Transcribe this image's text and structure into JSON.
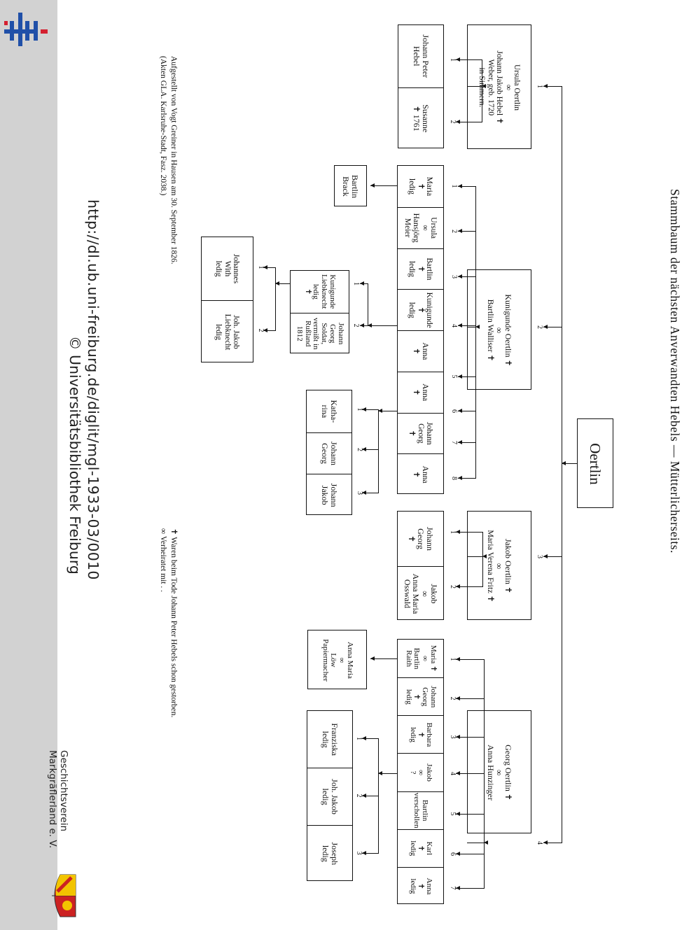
{
  "document": {
    "title": "Stammbaum der nächsten Anverwandten Hebels — Mütterlicherseits.",
    "root": "Oertlin",
    "generation1": [
      {
        "number": "1",
        "text": "Ursula Oertlin\n∞\nJohann Jakob Hebel ✝\nWeber, geb. 1720\nin Simmern."
      },
      {
        "number": "2",
        "text": "Kunigunde Oertlin ✝\n∞\nBartlin Walliser ✝"
      },
      {
        "number": "3",
        "text": "Jakob Oertlin ✝\n∞\nMaria Verena Fritz ✝"
      },
      {
        "number": "4",
        "text": "Georg Oertlin ✝\n∞\nAnna Hunzinger"
      }
    ],
    "hebel_children": [
      {
        "number": "1",
        "text": "Johann Peter\nHebel"
      },
      {
        "number": "2",
        "text": "Susanne\n✝ 1761"
      }
    ],
    "walliser_children": [
      {
        "number": "1",
        "text": "Maria\n✝\nledig"
      },
      {
        "number": "2",
        "text": "Ursula\n∞\nHansjörg\nMeier"
      },
      {
        "number": "3",
        "text": "Bartlin\n✝\nledig"
      },
      {
        "number": "4",
        "text": "Kunigunde\n✝\nledig"
      },
      {
        "number": "5",
        "text": "Anna\n✝"
      },
      {
        "number": "6",
        "text": "Anna\n✝"
      },
      {
        "number": "7",
        "text": "Johann\nGeorg\n✝"
      },
      {
        "number": "8",
        "text": "Anna\n✝"
      }
    ],
    "maria_descendant": "Bartlin\nBrack",
    "kunigunde_children": [
      {
        "number": "1",
        "text": "Kunigunde\nLiebknecht\nledig\n✝"
      },
      {
        "number": "2",
        "text": "Johann\nGeorg\nSoldat,\nvermißt in\nRußland\n1812"
      }
    ],
    "liebknecht_children": [
      {
        "number": "1",
        "text": "Johannes\nWith\nledig"
      },
      {
        "number": "2",
        "text": "Joh. Jakob\nLiebknecht\nledig"
      }
    ],
    "anna6_children": [
      {
        "number": "1",
        "text": "Katha-\nrina"
      },
      {
        "number": "2",
        "text": "Johann\nGeorg"
      },
      {
        "number": "3",
        "text": "Johann\nJakob"
      }
    ],
    "jakob_children": [
      {
        "number": "1",
        "text": "Johann\nGeorg\n✝"
      },
      {
        "number": "2",
        "text": "Jakob\n∞\nAnna Maria\nOsswald"
      }
    ],
    "georg_children": [
      {
        "number": "1",
        "text": "Maria ✝\n∞\nBartlin\nRaith"
      },
      {
        "number": "2",
        "text": "Johann\nGeorg\n✝\nledig"
      },
      {
        "number": "3",
        "text": "Barbara\n✝\nledig"
      },
      {
        "number": "4",
        "text": "Jakob\n∞\n?"
      },
      {
        "number": "5",
        "text": "Bartlin\nverschollen"
      },
      {
        "number": "6",
        "text": "Karl\n✝\nledig"
      },
      {
        "number": "7",
        "text": "Anna\n✝\nledig"
      }
    ],
    "raith_descendant": "Anna Maria\n∞\nLöw\nPapiermacher",
    "jakob4_children": [
      {
        "number": "1",
        "text": "Franziska\nledig"
      },
      {
        "number": "2",
        "text": "Joh. Jakob\nledig"
      },
      {
        "number": "3",
        "text": "Joseph\nledig"
      }
    ],
    "footnote_source_1": "Aufgestellt von Vogt Greiner in Hausen am 30. September 1826.",
    "footnote_source_2": "(Akten GLA. Karlsruhe-Stadt, Fasz. 2038.)",
    "legend_died": "✝ Waren beim Tode Johann Peter Hebels schon gestorben.",
    "legend_married": "∞ Verheiratet mit . ."
  },
  "watermark": {
    "url": "http://dl.ub.uni-freiburg.de/diglit/mgl-1933-03/0010",
    "copyright": "© Universitätsbibliothek Freiburg",
    "org_line1": "Geschichtsverein",
    "org_line2": "Markgräflerland e. V."
  },
  "colors": {
    "sidebar": "#d2d2d2",
    "page": "#ffffff",
    "ink": "#111111",
    "logo_blue": "#2050a8",
    "logo_red": "#d42030",
    "crest_red": "#cc2222",
    "crest_yellow": "#f2c400"
  }
}
